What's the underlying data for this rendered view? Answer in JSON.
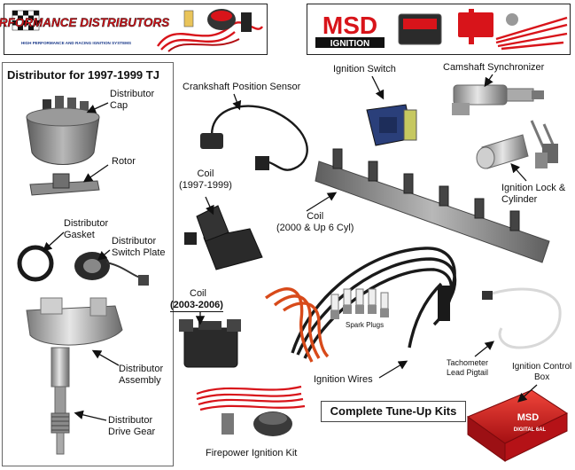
{
  "banner_left": {
    "brand": "PERFORMANCE DISTRIBUTORS",
    "tagline": "HIGH PERFORMANCE AND RACING IGNITION SYSTEMS"
  },
  "banner_right": {
    "brand_top": "MSD",
    "brand_bottom": "IGNITION"
  },
  "left_panel": {
    "title": "Distributor for 1997-1999 TJ"
  },
  "labels": {
    "distributor_cap": "Distributor\nCap",
    "rotor": "Rotor",
    "distributor_gasket": "Distributor\nGasket",
    "switch_plate": "Distributor\nSwitch Plate",
    "distributor_assembly": "Distributor\nAssembly",
    "drive_gear": "Distributor\nDrive Gear",
    "crankshaft_sensor": "Crankshaft Position Sensor",
    "coil_1997": "Coil\n(1997-1999)",
    "coil_2003": "Coil",
    "coil_2003_years": "(2003-2006)",
    "coil_2000": "Coil\n(2000 & Up 6 Cyl)",
    "ignition_switch": "Ignition Switch",
    "camshaft_sync": "Camshaft Synchronizer",
    "ignition_lock": "Ignition Lock &\nCylinder",
    "spark_plugs": "Spark Plugs",
    "ignition_wires": "Ignition Wires",
    "tach_pigtail": "Tachometer\nLead Pigtail",
    "ignition_box": "Ignition Control\nBox",
    "tuneup_kits": "Complete Tune-Up Kits",
    "firepower_kit": "Firepower Ignition Kit",
    "msd_box_brand": "MSD",
    "msd_box_sub": "DIGITAL 6AL"
  },
  "colors": {
    "brand_red": "#d8141a",
    "brand_black": "#111111",
    "wire_red": "#d84a1a",
    "wire_black": "#1a1a1a",
    "part_gray": "#8a8a8a",
    "coil_black": "#222222",
    "switch_blue": "#2a3f7a"
  }
}
